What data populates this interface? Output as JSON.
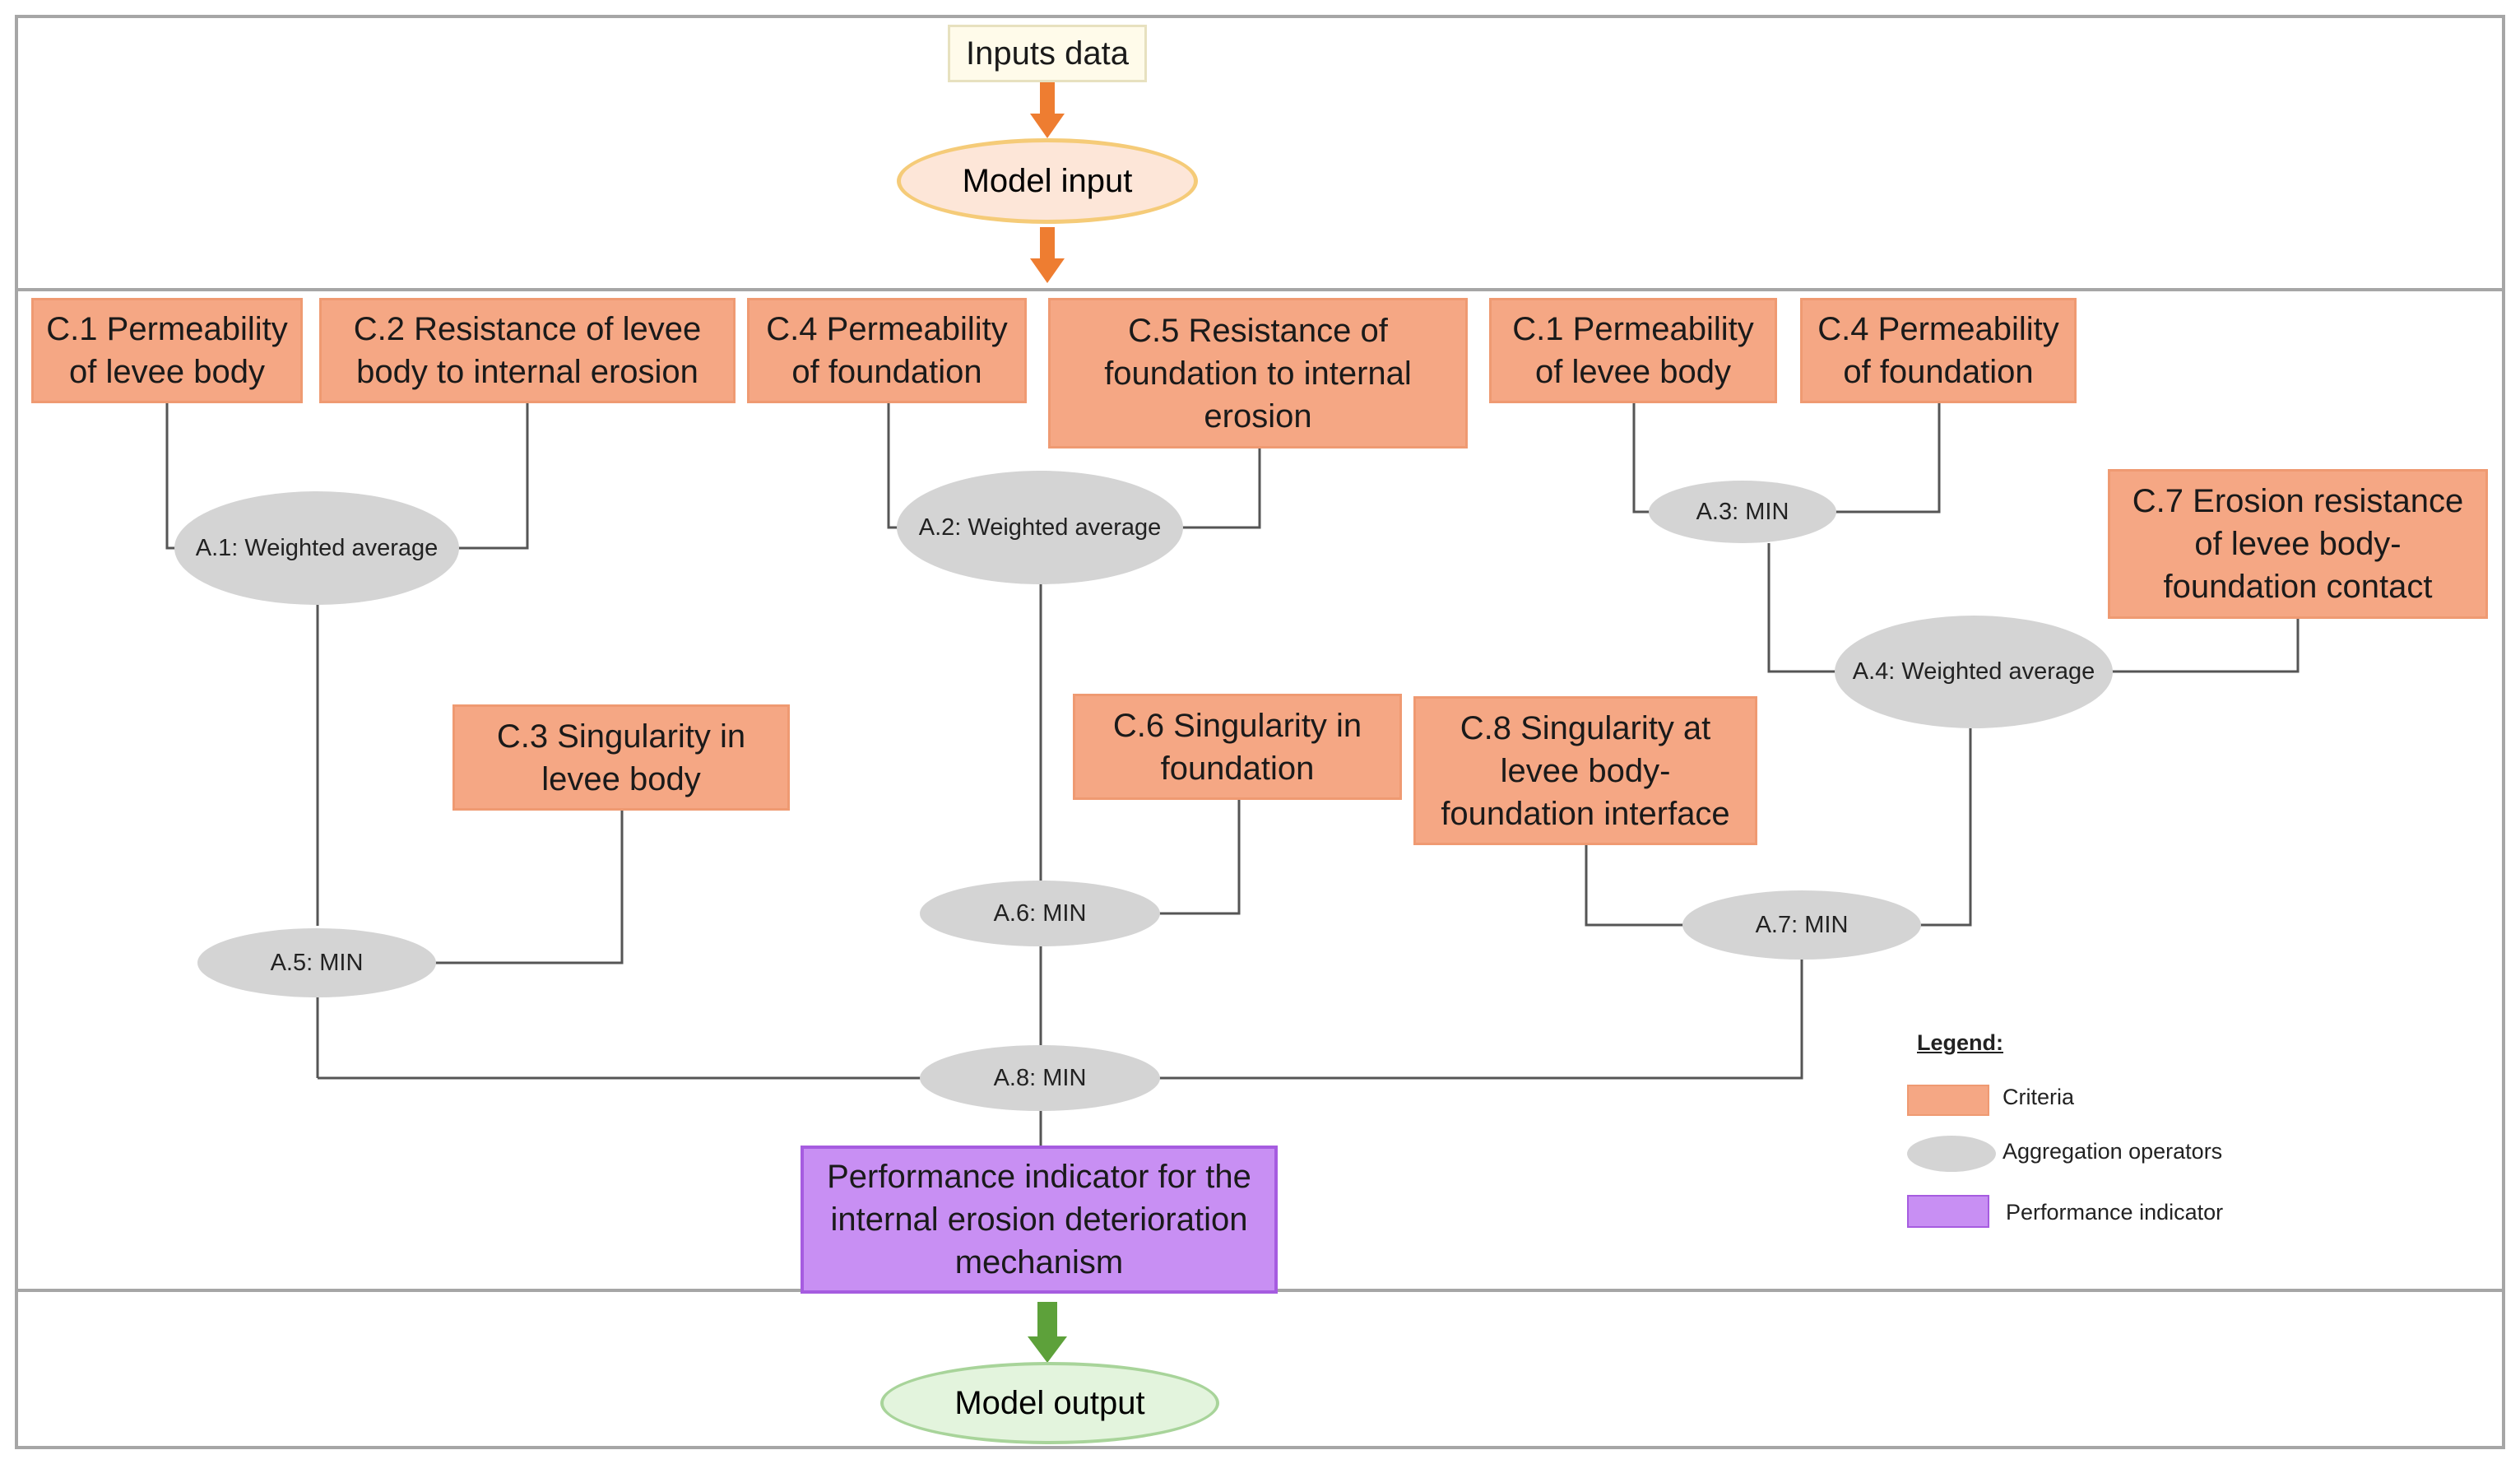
{
  "inputs_data": "Inputs data",
  "model_input": "Model input",
  "model_output": "Model output",
  "performance_indicator": "Performance indicator for the internal erosion deterioration mechanism",
  "criteria": {
    "c1_left": "C.1 Permeability of levee body",
    "c2": "C.2 Resistance of levee body to internal erosion",
    "c4_left": "C.4 Permeability of foundation",
    "c5": "C.5 Resistance of foundation to internal erosion",
    "c1_right": "C.1 Permeability of levee body",
    "c4_right": "C.4 Permeability of foundation",
    "c7": "C.7 Erosion resistance of levee body-foundation contact",
    "c3": "C.3 Singularity in levee body",
    "c6": "C.6 Singularity in foundation",
    "c8": "C.8 Singularity at levee body-foundation interface"
  },
  "operators": {
    "a1": "A.1: Weighted average",
    "a2": "A.2: Weighted average",
    "a3": "A.3: MIN",
    "a4": "A.4: Weighted average",
    "a5": "A.5: MIN",
    "a6": "A.6: MIN",
    "a7": "A.7: MIN",
    "a8": "A.8: MIN"
  },
  "legend": {
    "title": "Legend:",
    "criteria": "Criteria",
    "aggregation": "Aggregation operators",
    "performance": "Performance indicator"
  },
  "colors": {
    "criteria": "#f5a784",
    "aggregation": "#d4d4d4",
    "performance": "#c88ff3",
    "input_arrow": "#ee7d31",
    "output_arrow": "#5da13a"
  }
}
